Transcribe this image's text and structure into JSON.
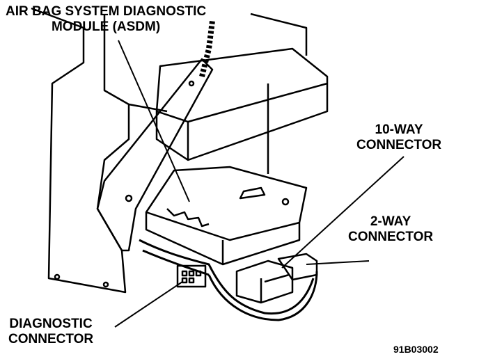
{
  "labels": {
    "asdm_line1": "AIR BAG SYSTEM DIAGNOSTIC",
    "asdm_line2": "MODULE (ASDM)",
    "ten_way_line1": "10-WAY",
    "ten_way_line2": "CONNECTOR",
    "two_way_line1": "2-WAY",
    "two_way_line2": "CONNECTOR",
    "diag_line1": "DIAGNOSTIC",
    "diag_line2": "CONNECTOR"
  },
  "figure_code": "91B03002",
  "colors": {
    "ink": "#000000",
    "paper": "#ffffff"
  }
}
